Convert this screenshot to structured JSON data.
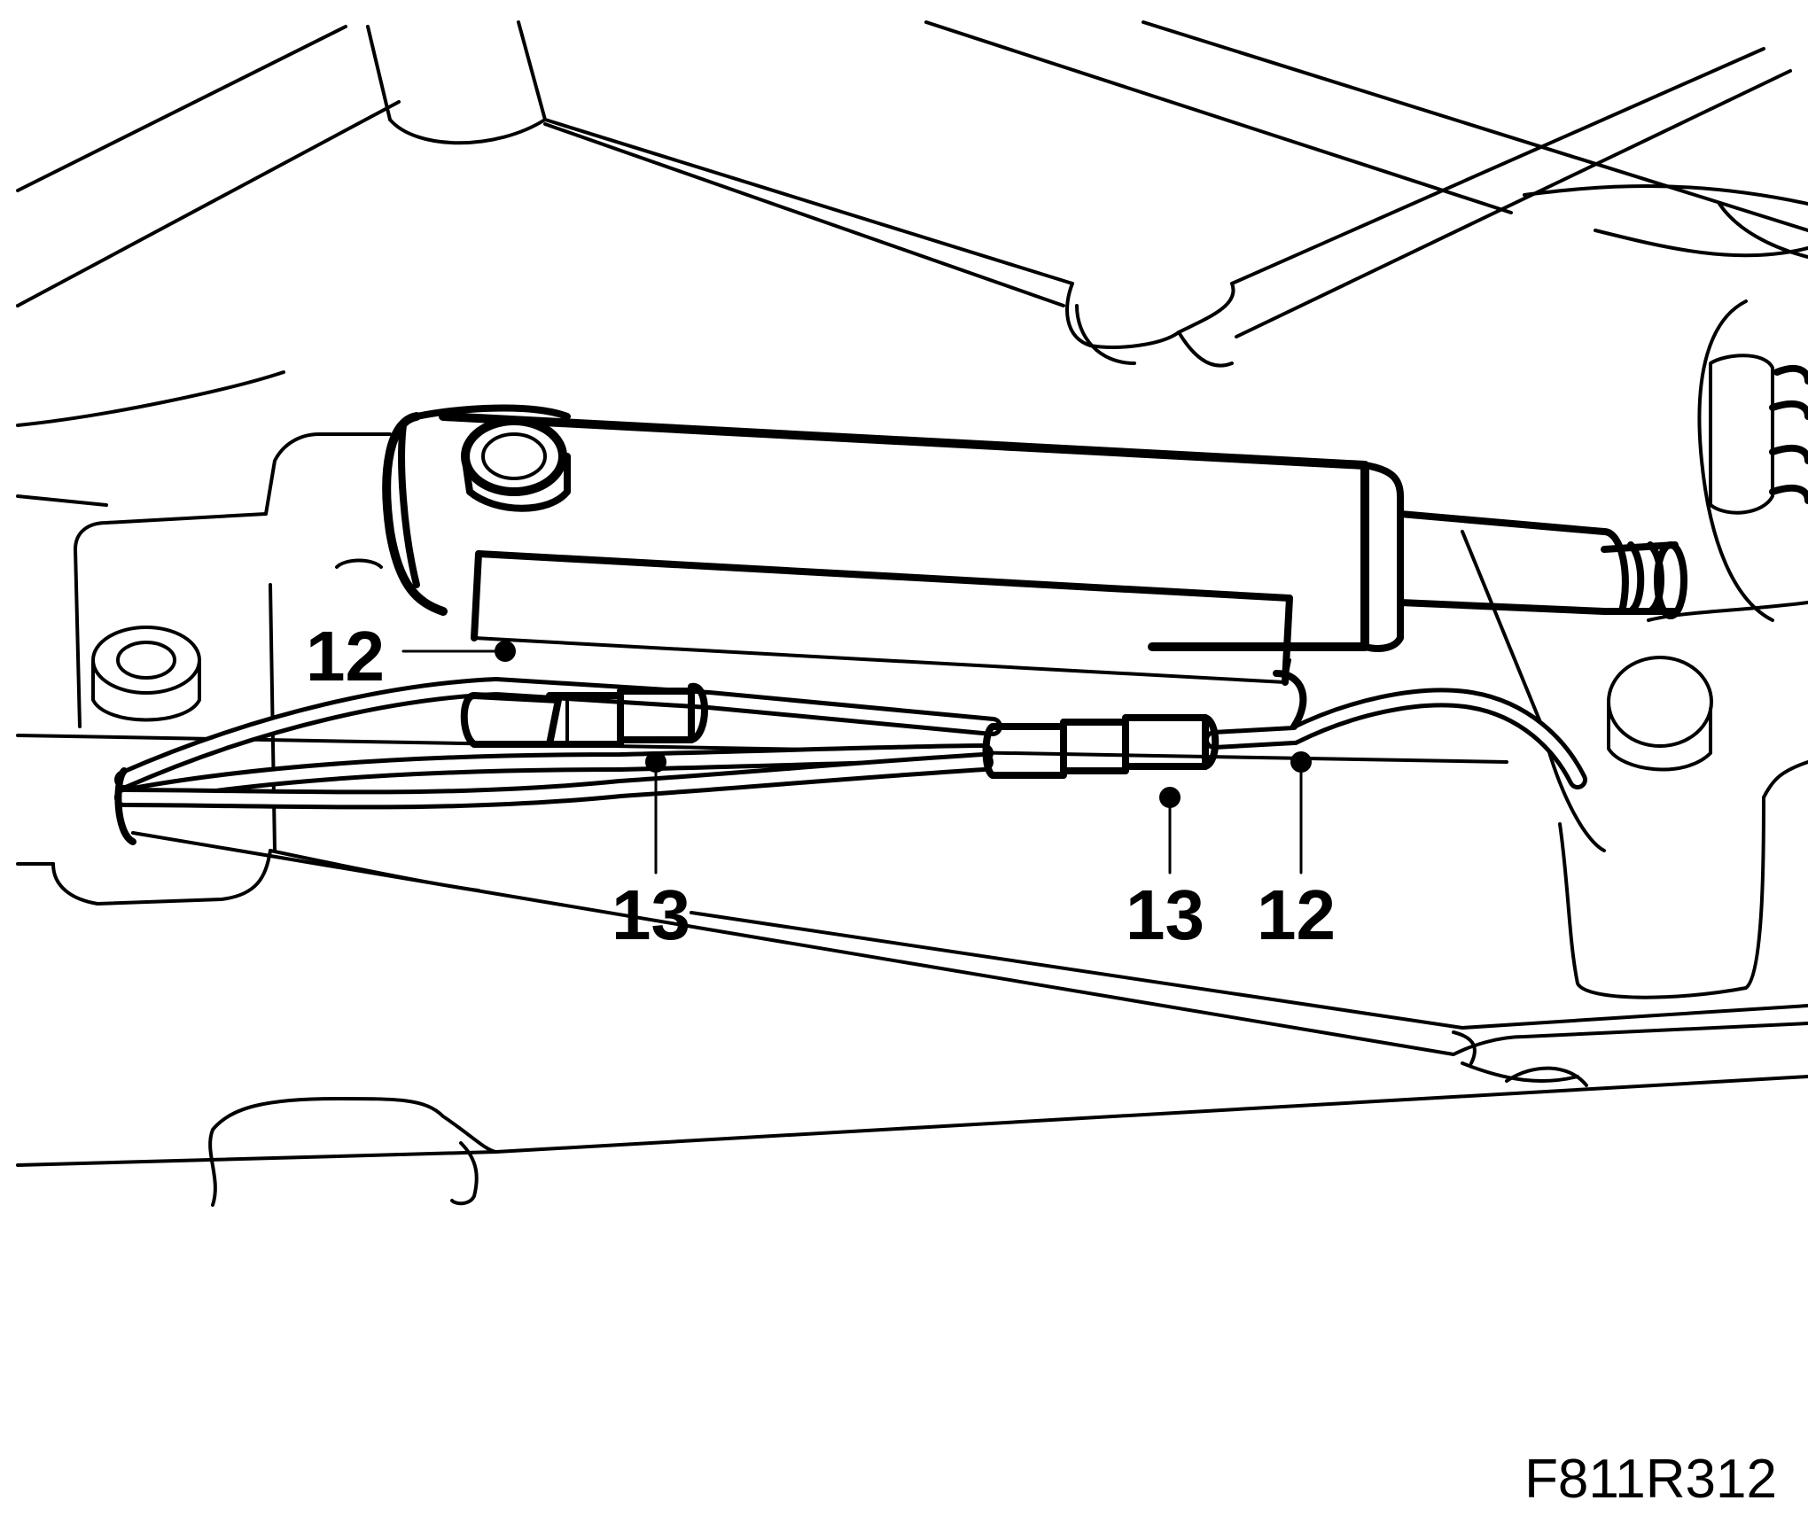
{
  "callouts": [
    {
      "id": "c1",
      "label": "12"
    },
    {
      "id": "c2",
      "label": "13"
    },
    {
      "id": "c3",
      "label": "13"
    },
    {
      "id": "c4",
      "label": "12"
    }
  ],
  "figure_id": "F811R312"
}
